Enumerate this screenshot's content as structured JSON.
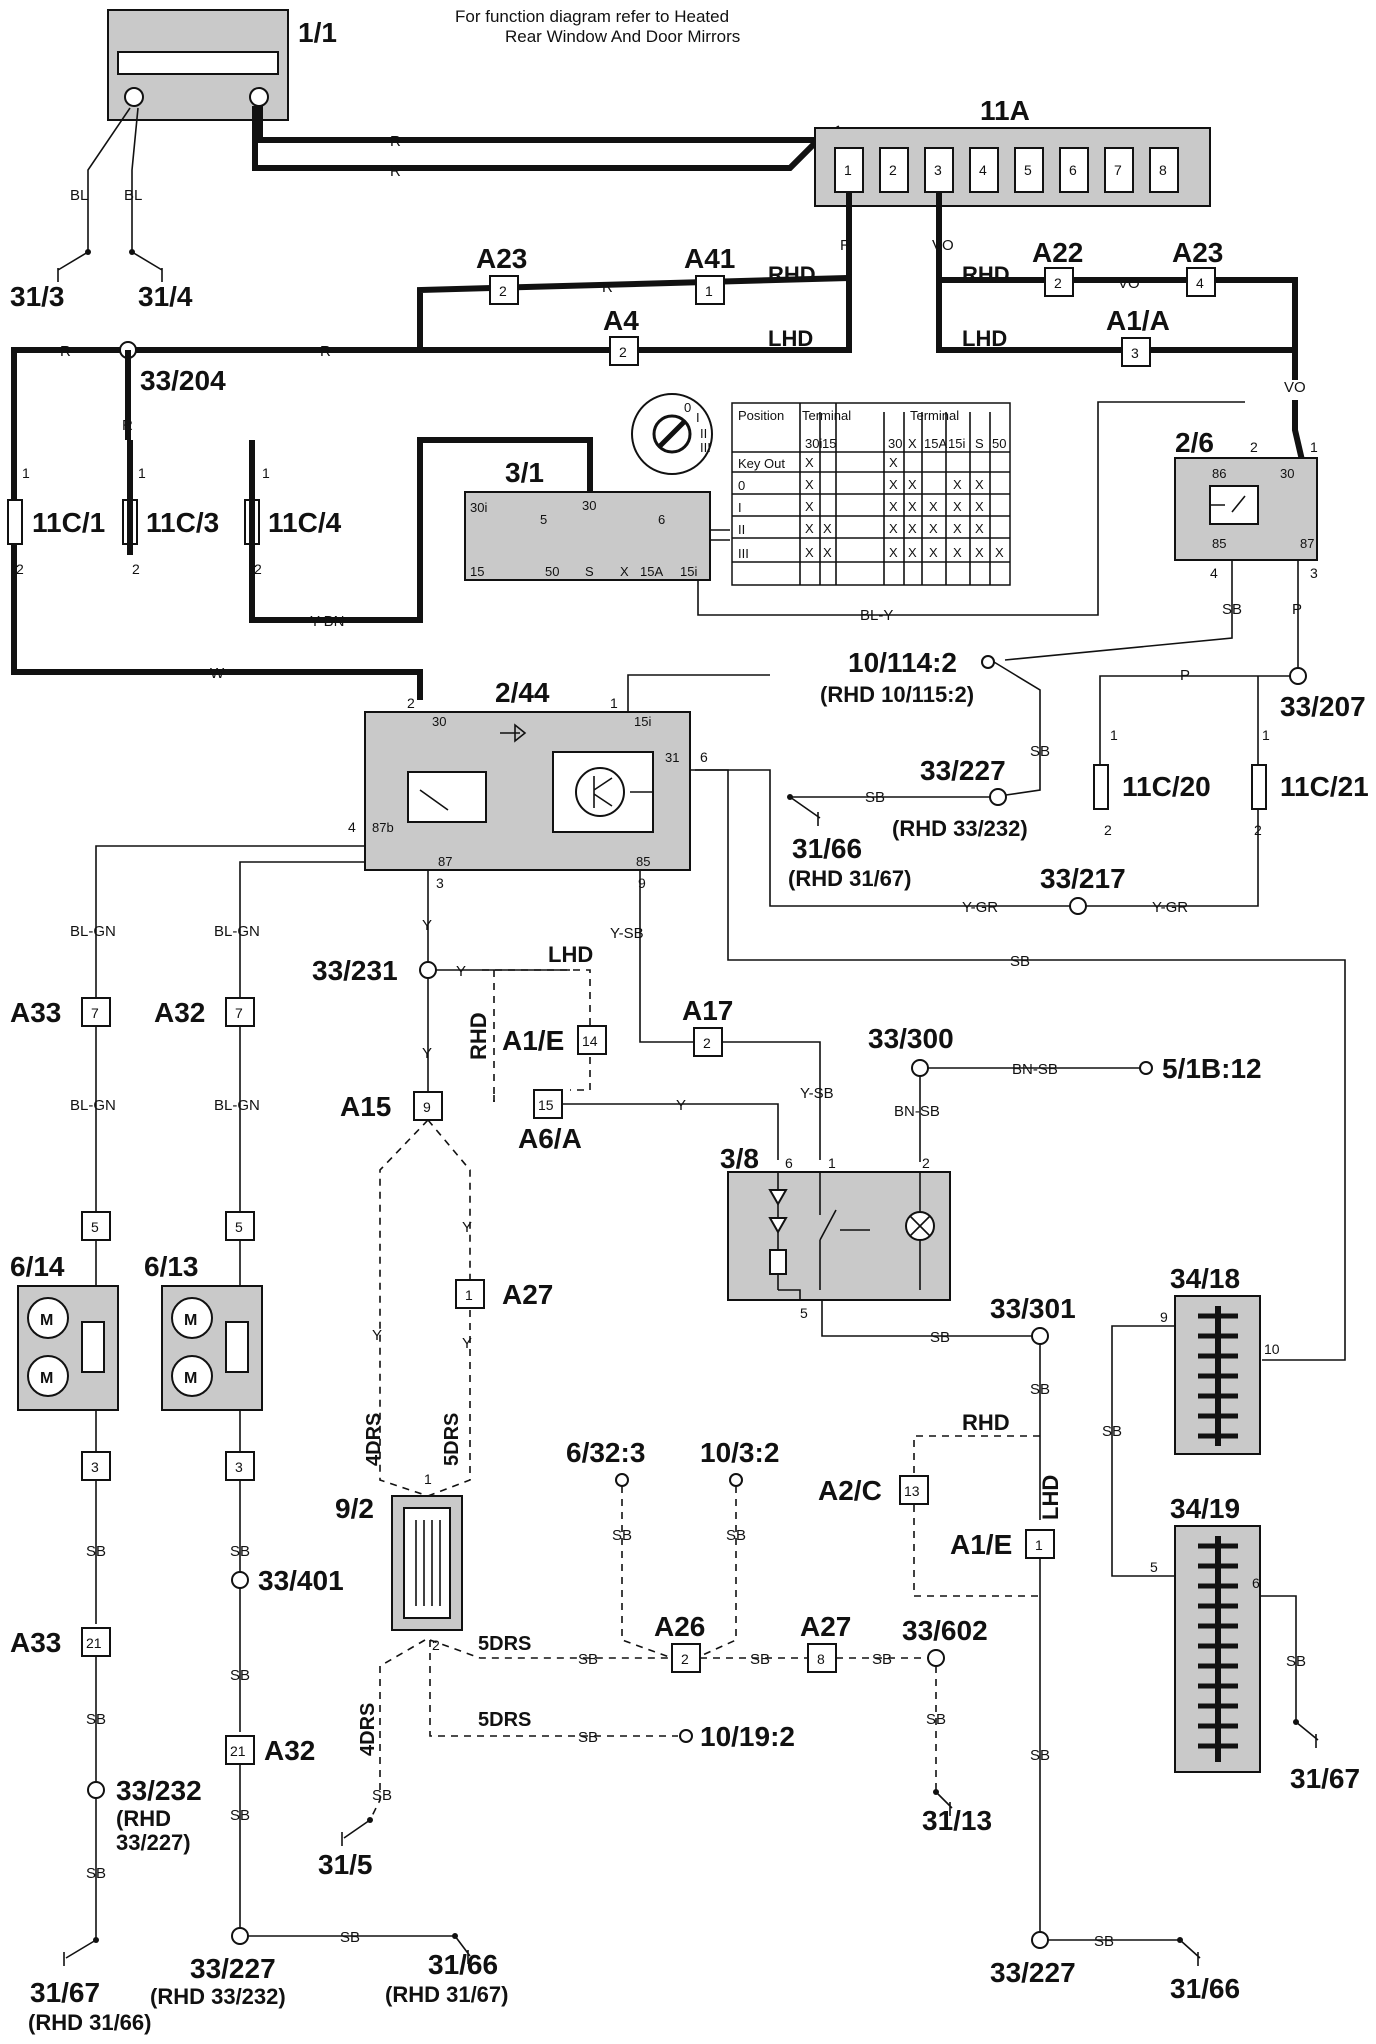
{
  "header": {
    "note_line1": "For function diagram refer to Heated",
    "note_line2": "Rear Window And Door Mirrors"
  },
  "components": {
    "c1_1": "1/1",
    "c11A": "11A",
    "c2_6": "2/6",
    "c3_1": "3/1",
    "c2_44": "2/44",
    "c3_8": "3/8",
    "c6_14": "6/14",
    "c6_13": "6/13",
    "c9_2": "9/2",
    "c34_18": "34/18",
    "c34_19": "34/19"
  },
  "fuses": {
    "f11C1": "11C/1",
    "f11C3": "11C/3",
    "f11C4": "11C/4",
    "f11C20": "11C/20",
    "f11C21": "11C/21"
  },
  "fusebox_pins": [
    "1",
    "2",
    "3",
    "4",
    "5",
    "6",
    "7",
    "8"
  ],
  "connectors": {
    "A23_left": "A23",
    "A23_left_pin": "2",
    "A41": "A41",
    "A41_pin": "1",
    "A4": "A4",
    "A4_pin": "2",
    "A22": "A22",
    "A22_pin": "2",
    "A23_right": "A23",
    "A23_right_pin": "4",
    "A1A": "A1/A",
    "A1A_pin": "3",
    "A33_top": "A33",
    "A33_top_pin": "7",
    "A32_top": "A32",
    "A32_top_pin": "7",
    "A15": "A15",
    "A15_pin": "9",
    "A1E_mid": "A1/E",
    "A1E_mid_pin": "14",
    "A6A": "A6/A",
    "A6A_pin": "15",
    "A17": "A17",
    "A17_pin": "2",
    "A27_mid": "A27",
    "A27_mid_pin": "1",
    "A33_low": "A33",
    "A33_low_pin": "21",
    "A32_low": "A32",
    "A32_low_pin": "21",
    "A26": "A26",
    "A26_pin": "2",
    "A27_low": "A27",
    "A27_low_pin": "8",
    "A2C": "A2/C",
    "A2C_pin": "13",
    "A1E_low": "A1/E",
    "A1E_low_pin": "1",
    "m614_top_pin": "5",
    "m614_bot_pin": "3",
    "m613_top_pin": "5",
    "m613_bot_pin": "3"
  },
  "grounds": {
    "g31_3": "31/3",
    "g31_4": "31/4",
    "g31_66a": "31/66",
    "g31_66a_rhd": "(RHD 31/67)",
    "g31_67a": "31/67",
    "g31_67a_rhd": "(RHD 31/66)",
    "g31_66b": "31/66",
    "g31_66b_rhd": "(RHD 31/67)",
    "g31_5": "31/5",
    "g31_13": "31/13",
    "g31_66c": "31/66",
    "g31_67b": "31/67"
  },
  "splices": {
    "s33_204": "33/204",
    "s10_114": "10/114:2",
    "s10_114_rhd": "(RHD 10/115:2)",
    "s33_207": "33/207",
    "s33_227a": "33/227",
    "s33_227a_rhd": "(RHD 33/232)",
    "s33_217": "33/217",
    "s33_231": "33/231",
    "s33_300": "33/300",
    "s5_1B": "5/1B:12",
    "s33_301": "33/301",
    "s33_401": "33/401",
    "s33_232": "33/232",
    "s33_232_rhd1": "(RHD",
    "s33_232_rhd2": "33/227)",
    "s33_227b": "33/227",
    "s33_227b_rhd": "(RHD 33/232)",
    "s6_32": "6/32:3",
    "s10_3": "10/3:2",
    "s33_602": "33/602",
    "s10_19": "10/19:2",
    "s33_227c": "33/227"
  },
  "wires": {
    "R": "R",
    "BL": "BL",
    "VO": "VO",
    "RHD": "RHD",
    "LHD": "LHD",
    "Y_BN": "Y-BN",
    "BL_Y": "BL-Y",
    "W": "W",
    "SB": "SB",
    "P": "P",
    "Y_GR": "Y-GR",
    "BL_GN": "BL-GN",
    "Y": "Y",
    "Y_SB": "Y-SB",
    "BN_SB": "BN-SB",
    "DRS4": "4DRS",
    "DRS5": "5DRS"
  },
  "relay_2_6_pins": {
    "p86": "86",
    "p30": "30",
    "p85": "85",
    "p87": "87",
    "n2": "2",
    "n1": "1",
    "n4": "4",
    "n3": "3"
  },
  "relay_2_44_pins": {
    "p30": "30",
    "p15i": "15i",
    "p31": "31",
    "p87b": "87b",
    "p87": "87",
    "p85": "85",
    "n2": "2",
    "n1": "1",
    "n6": "6",
    "n4": "4",
    "n3": "3",
    "n9": "9"
  },
  "ignition_pins": {
    "p30i": "30i",
    "p5a": "5",
    "p30": "30",
    "p6": "6",
    "p15": "15",
    "p50": "50",
    "pS": "S",
    "pX": "X",
    "p15A": "15A",
    "p15i": "15i"
  },
  "ignition_table": {
    "position": "Position",
    "terminal_a": "Terminal",
    "terminal_b": "Terminal",
    "cols_a": [
      "30i",
      "15"
    ],
    "cols_b": [
      "30",
      "X",
      "15A",
      "15i",
      "S",
      "50"
    ],
    "rows": [
      {
        "label": "Key Out",
        "a": [
          "X",
          ""
        ],
        "b": [
          "X",
          "",
          "",
          "",
          "",
          ""
        ]
      },
      {
        "label": "0",
        "a": [
          "X",
          ""
        ],
        "b": [
          "X",
          "X",
          "",
          "X",
          "X",
          ""
        ]
      },
      {
        "label": "I",
        "a": [
          "X",
          ""
        ],
        "b": [
          "X",
          "X",
          "X",
          "X",
          "X",
          ""
        ]
      },
      {
        "label": "II",
        "a": [
          "X",
          "X"
        ],
        "b": [
          "X",
          "X",
          "X",
          "X",
          "X",
          ""
        ]
      },
      {
        "label": "III",
        "a": [
          "X",
          "X"
        ],
        "b": [
          "X",
          "X",
          "X",
          "X",
          "X",
          "X"
        ]
      }
    ]
  },
  "switch_positions": {
    "p0": "0",
    "pI": "I",
    "pII": "II",
    "pIII": "III"
  },
  "pin_labels": {
    "f1": "1",
    "f2": "2",
    "s38_6": "6",
    "s38_1": "1",
    "s38_2": "2",
    "s38_5": "5",
    "c9_2_1": "1",
    "c9_2_2": "2",
    "c34_18_9": "9",
    "c34_18_10": "10",
    "c34_19_5": "5",
    "c34_19_6": "6"
  }
}
